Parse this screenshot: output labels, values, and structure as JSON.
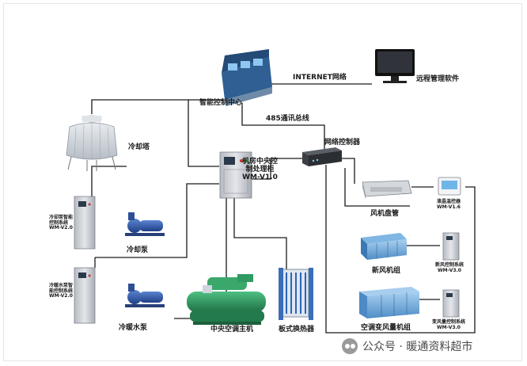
{
  "labels": {
    "smart_center": "智能控制中心",
    "internet": "INTERNET网络",
    "remote_software": "远程管理软件",
    "bus_485": "485通讯总线",
    "network_controller": "网络控制器",
    "cooling_tower": "冷却塔",
    "central_cabinet": [
      "机房中央控",
      "制处理柜",
      "WM-V1.0"
    ],
    "cooling_pump_system": [
      "冷却泵智能",
      "控制系统",
      "WM-V2.0"
    ],
    "cooling_pump": "冷却泵",
    "chw_pump_system": [
      "冷暖水泵智",
      "能控制系统",
      "WM-V2.0"
    ],
    "chw_pump": "冷暖水泵",
    "chiller": "中央空调主机",
    "plate_hx": "板式换热器",
    "fan_coil": "风机盘管",
    "lcd_thermostat": [
      "液晶温控器",
      "WM-V1.6"
    ],
    "fresh_air_unit": "新风机组",
    "fresh_air_control": [
      "新风控制系统",
      "WM-V3.0"
    ],
    "vav_unit": "空调变风量机组",
    "vav_control": [
      "变风量控制系统",
      "WM-V3.0"
    ]
  },
  "watermark": "公众号 · 暖通资料超市",
  "colors": {
    "line": "#1a1a1a",
    "cabinet": "#c9ccd1",
    "chiller_green": "#2f9a62",
    "pump_blue": "#3559a8",
    "ahu_blue": "#6fa8d8"
  }
}
